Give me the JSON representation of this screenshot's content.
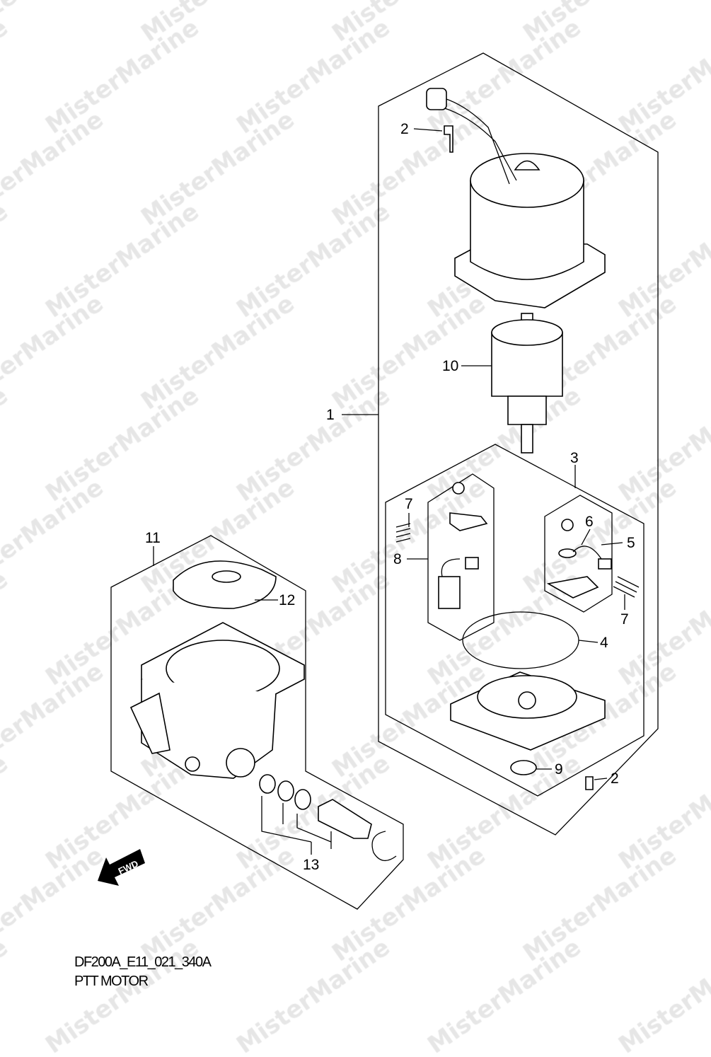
{
  "watermark": "MisterMarine",
  "diagram": {
    "code": "DF200A_E11_021_340A",
    "title": "PTT MOTOR",
    "fwd_label": "FWD"
  },
  "callouts": [
    "1",
    "2",
    "2",
    "3",
    "4",
    "5",
    "6",
    "7",
    "7",
    "8",
    "9",
    "10",
    "11",
    "12",
    "13"
  ],
  "colors": {
    "line": "#000000",
    "watermark": "#e6e6e6"
  }
}
